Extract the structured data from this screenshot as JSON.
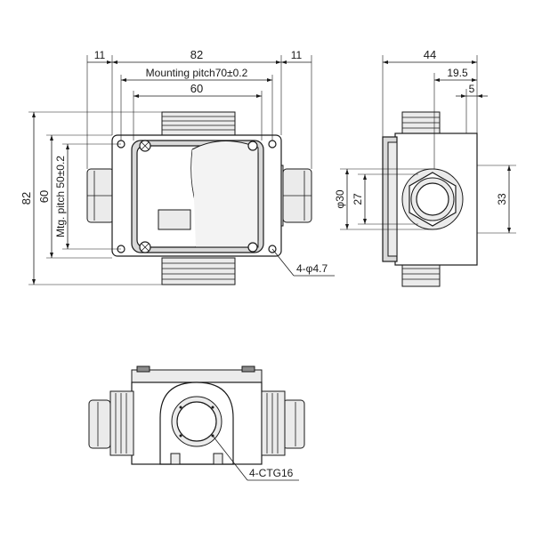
{
  "dimensions": {
    "top": {
      "left_margin": "11",
      "overall_width": "82",
      "right_margin": "11",
      "mounting_pitch": "Mounting pitch70±0.2",
      "inner_width": "60"
    },
    "left": {
      "overall_height": "82",
      "height": "60",
      "mounting_pitch": "Mtg. pitch 50±0.2"
    },
    "hole_callout": "4-φ4.7",
    "side": {
      "depth": "44",
      "offset": "19.5",
      "edge": "5",
      "diameter": "φ30",
      "inner_height": "27",
      "height": "33"
    },
    "front": {
      "gland_callout": "4-CTG16"
    }
  }
}
